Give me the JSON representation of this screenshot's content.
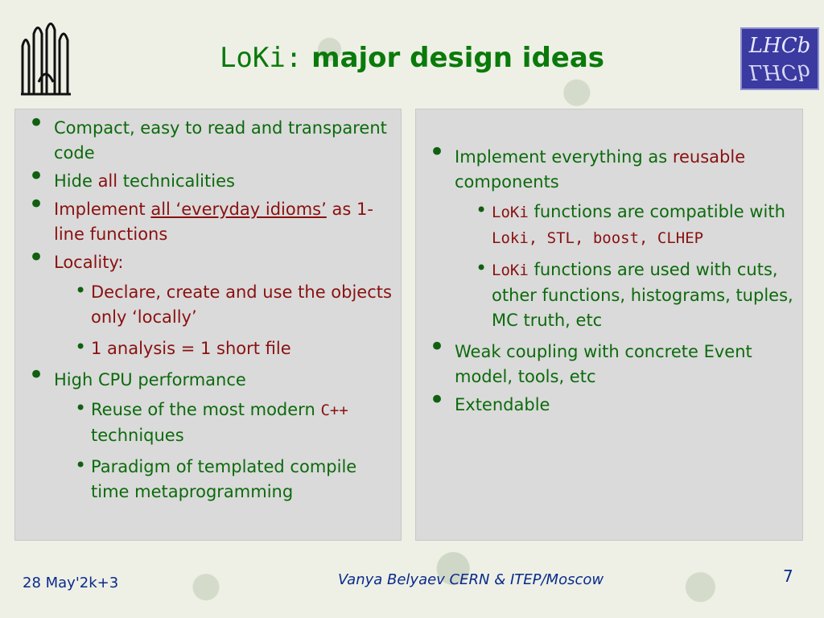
{
  "header": {
    "title_code": "LoKi:",
    "title_text": " major design ideas",
    "lhcb_logo_text": "LHCb"
  },
  "left_panel": {
    "b1": "Compact, easy to read and transparent code",
    "b2_a": "Hide ",
    "b2_b": "all",
    "b2_c": " technicalities",
    "b3_a": "Implement ",
    "b3_b": "all ‘everyday idioms’",
    "b3_c": " as 1-line functions",
    "b4": "Locality:",
    "b4_sub1": "Declare, create and use the objects only ‘locally’",
    "b4_sub2": "1 analysis = 1 short file",
    "b5": "High CPU performance",
    "b5_sub1_a": "Reuse of the most modern ",
    "b5_sub1_code": "C++",
    "b5_sub1_b": " techniques",
    "b5_sub2": "Paradigm of templated compile time metaprogramming"
  },
  "right_panel": {
    "b1_a": "Implement everything as ",
    "b1_b": "reusable",
    "b1_c": " components",
    "sub1_code": "LoKi",
    "sub1_text": " functions are compatible with ",
    "sub1_code2": "Loki, STL, boost, CLHEP",
    "sub2_code": "LoKi",
    "sub2_text": " functions are used with cuts, other functions, histograms, tuples, MC truth, etc",
    "b2": "Weak coupling with concrete Event model, tools, etc",
    "b3": "Extendable"
  },
  "footer": {
    "date": "28 May'2k+3",
    "author": "Vanya  Belyaev CERN & ITEP/Moscow",
    "page": "7"
  }
}
